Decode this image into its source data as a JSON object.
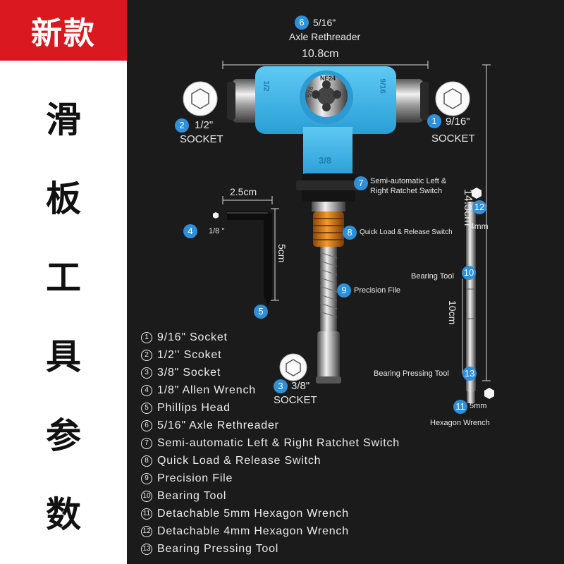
{
  "banner": "新款",
  "vertical_title": [
    "滑",
    "板",
    "工",
    "具",
    "参",
    "数"
  ],
  "diagram": {
    "axle_rethreader": {
      "num": "6",
      "size": "5/16\"",
      "name": "Axle Rethreader"
    },
    "width_dim": "10.8cm",
    "height_dim": "14.5cm",
    "socket_left": {
      "num": "2",
      "size": "1/2\"",
      "name": "SOCKET"
    },
    "socket_right": {
      "num": "1",
      "size": "9/16\"",
      "name": "SOCKET"
    },
    "socket_bottom": {
      "num": "3",
      "size": "3/8\"",
      "name": "SOCKET"
    },
    "allen_width_dim": "2.5cm",
    "allen_height_dim": "5cm",
    "allen": {
      "num": "4",
      "size": "1/8 \""
    },
    "phillips": {
      "num": "5"
    },
    "ratchet": {
      "num": "7",
      "line1": "Semi-automatic Left &",
      "line2": "Right Ratchet Switch"
    },
    "quick_load": {
      "num": "8",
      "name": "Quick Load & Release Switch"
    },
    "precision_file": {
      "num": "9",
      "name": "Precision File"
    },
    "bearing_tool": {
      "num": "10",
      "name": "Bearing Tool"
    },
    "bar_length_dim": "10cm",
    "hex_4mm": {
      "num": "12",
      "size": "4mm"
    },
    "bearing_pressing": {
      "num": "13",
      "name": "Bearing Pressing Tool"
    },
    "hex_5mm": {
      "num": "11",
      "size": "5mm",
      "name": "Hexagon Wrench"
    },
    "handle_marks": {
      "left": "1/2",
      "right": "9/16",
      "center": "3/8",
      "die": "NF24",
      "die_size": "5/16"
    }
  },
  "legend": [
    {
      "num": "1",
      "text": "9/16\" Socket"
    },
    {
      "num": "2",
      "text": "1/2'' Scoket"
    },
    {
      "num": "3",
      "text": "3/8\" Socket"
    },
    {
      "num": "4",
      "text": "1/8\" Allen Wrench"
    },
    {
      "num": "5",
      "text": "Phillips Head"
    },
    {
      "num": "6",
      "text": "5/16\" Axle Rethreader"
    },
    {
      "num": "7",
      "text": "Semi-automatic Left & Right Ratchet Switch"
    },
    {
      "num": "8",
      "text": "Quick Load & Release Switch"
    },
    {
      "num": "9",
      "text": "Precision File"
    },
    {
      "num": "10",
      "text": "Bearing Tool"
    },
    {
      "num": "11",
      "text": "Detachable 5mm Hexagon Wrench"
    },
    {
      "num": "12",
      "text": "Detachable 4mm Hexagon Wrench"
    },
    {
      "num": "13",
      "text": "Bearing Pressing Tool"
    }
  ],
  "colors": {
    "banner": "#d9181f",
    "panel": "#1c1b1c",
    "handle": "#3ab3ea",
    "badge": "#2f8fd8",
    "collar": "#e27a12"
  }
}
